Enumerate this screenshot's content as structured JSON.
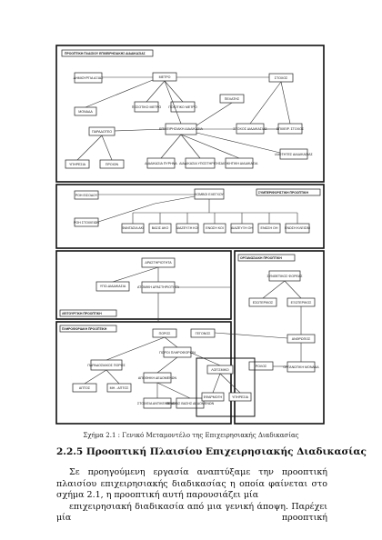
{
  "figure": {
    "panels": {
      "process": "ΠΡΟΟΠΤΙΚΗ ΠΛΑΙΣΙΟΥ ΕΠΙΧΕΙΡΗΣΙΑΚΗΣ ΔΙΑΔΙΚΑΣΙΑΣ",
      "behavior": "ΣΥΜΠΕΡΙΦΟΡΙΣΤΙΚΗ ΠΡΟΟΠΤΙΚΗ",
      "function": "ΛΕΙΤΟΥΡΓΙΚΗ ΠΡΟΟΠΤΙΚΗ",
      "organization": "ΟΡΓΑΝΩΣΙΑΚΗ ΠΡΟΟΠΤΙΚΗ",
      "information": "ΠΛΗΡΟΦΟΡΙΑΚΗ ΠΡΟΟΠΤΙΚΗ"
    },
    "boxes": {
      "creator": "ΔΗΜΙΟΥΡΓΙΑ ΑΞΙΑΣ",
      "metric": "ΜΕΤΡΟ",
      "unit": "ΜΟΝΑΔΑ",
      "quant": "ΠΟΣΟΤΙΚΟ ΜΕΤΡΟ",
      "qual": "ΠΟΙΟΤΙΚΟ ΜΕΤΡΟ",
      "customer": "ΠΕΛΑΤΗΣ",
      "goal": "ΣΤΟΧΟΣ",
      "deliverable": "ΠΑΡΑΔΟΤΕΟ",
      "bprocess": "ΕΠΙΧΕΙΡΗΣΙΑΚΗ ΔΙΑΔΙΚΑΣΙΑ",
      "goalproc": "ΣΤΟΧΟΣ ΔΙΑΔΙΚΑΣΙΑΣ",
      "bgoal": "ΕΠΙΧΕΙΡ. ΣΤΟΧΟΣ",
      "service": "ΥΠΗΡΕΣΙΑ",
      "product": "ΠΡΟΙΟΝ",
      "coreproc": "ΔΙΑΔΙΚΑΣΙΑ ΠΥΡΗΝΑ",
      "supportproc": "ΔΙΑΔΙΚΑΣΙΑ ΥΠΟΣΤΗΡΙΞΗΣ",
      "mgmtproc": "ΔΙΟΙΚΗΤΙΚΗ ΔΙΑΔΙΚΑΣΙΑ",
      "quality": "ΙΔΙΟΤΗΤΕΣ ΔΙΑΔΙΚΑΣΙΑΣ",
      "flowin": "ΡΟΗ ΕΙΣΟΔΟΥ",
      "flowout": "ΡΟΗ ΣΤΟΙΧΕΙΩΝ",
      "node": "ΚΟΜΒΟΙ ΕΛΕΓΧΟΥ",
      "n1": "ΦΑΝΤΑΣΙΑ ΑΚΙ",
      "n2": "ΒΑΣΙΣ ΑΚΟ",
      "n3": "ΔΙΑΖΕΥΞΗ ΚΟΙ",
      "n4": "ΕΝΩΣΗ ΚΟΙ",
      "n5": "ΔΙΑΖΕΥΞΗ ΟΗ",
      "n6": "ΕΝΩΣΗ ΟΗ",
      "n7": "ΕΝΩΣΗ ΚΛΕΙΣΙΜ",
      "activity": "ΔΡΑΣΤΗΡΙΟΤΗΤΑ",
      "subproc": "ΥΠΟ-ΔΙΑΔΙΚΑΣΙΑ",
      "atomic": "ΑΤΟΜΙΚΗ ΔΡΑΣΤΗΡΙΟΤΗΤΑ",
      "bunit": "ΣΥΝΘΕΤΙΚΟΣ ΦΟΡΕΑΣ",
      "internal": "ΕΣΩΤΕΡΙΚΟΣ",
      "external": "ΕΞΩΤΕΡΙΚΟΣ",
      "human": "ΑΝΘΡΩΠΟΣ",
      "role": "ΡΟΛΟΣ",
      "orgunit": "ΟΡΓΑΝΩΤΙΚΗ ΜΟΝΑΔΑ",
      "resource": "ΠΟΡΟΣ",
      "event": "ΓΕΓΟΝΟΣ",
      "infres": "ΠΟΡΟΙ ΠΛΗΡΟΦΟΡΙΩΝ",
      "delres": "ΠΑΡΑΔΟΣΙΑΚΟΣ ΠΟΡΟΣ",
      "tangible": "ΑΠΤΟΣ",
      "intangible": "ΜΗ - ΑΠΤΟΣ",
      "store": "ΑΠΟΘΗΚΗ ΔΕΔΟΜΕΝΩΝ",
      "objel": "ΣΤΟΙΧΕΙΑ ΑΝΤΙΚΕΙΜΕΝΟΥ",
      "db": "ΠΙΝΑΚΑΣ ΒΑΣΗΣ ΔΕΔΟΜΕΝΩΝ",
      "software": "ΛΟΓΙΣΜΙΚΟ",
      "app": "ΕΦΑΡΜΟΓΗ",
      "svc": "ΥΠΗΡΕΣΙΑ"
    }
  },
  "caption": "Σχήμα 2.1 : Γενικό Μεταμοντέλο της Επιχειρησιακής Διαδικασίας",
  "heading": "2.2.5 Προοπτική Πλαισίου Επιχειρησιακής Διαδικασίας",
  "paragraph_lines": [
    "Σε προηγούμενη εργασία αναπτύξαμε την προοπτική πλαισίου επιχειρησιακής",
    "διαδικασίας η οποία φαίνεται στο σχήμα 2.1, η προοπτική αυτή παρουσιάζει μία",
    "επιχειρησιακή διαδικασία από μια γενική άποψη. Παρέχει μία προοπτική"
  ]
}
